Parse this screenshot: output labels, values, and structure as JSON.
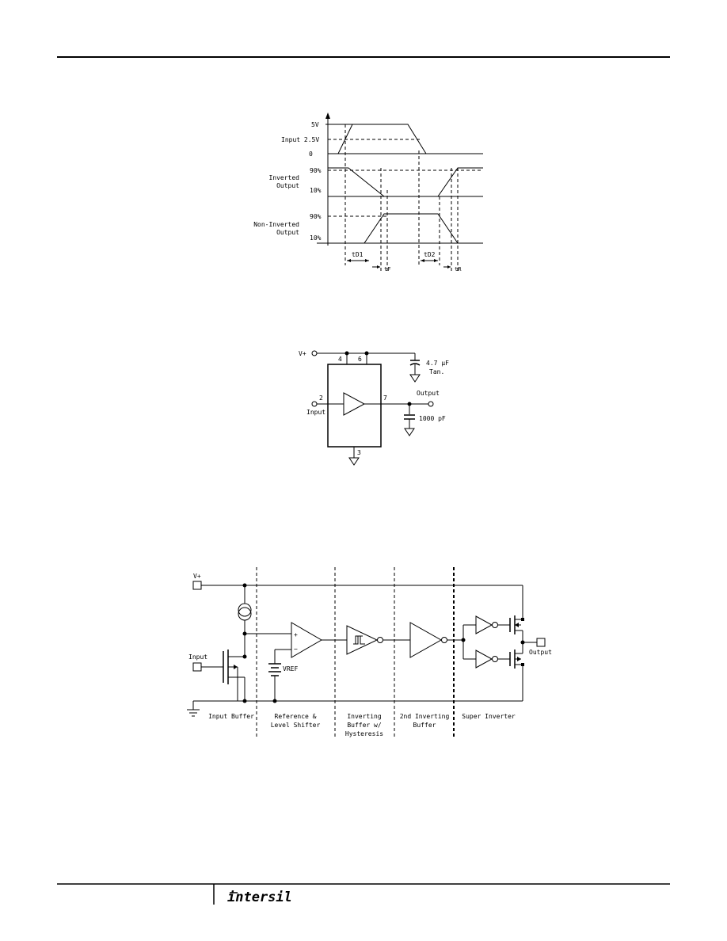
{
  "timing": {
    "y_5v": "5V",
    "y_input": "Input  2.5V",
    "y_zero": "0",
    "inv_label_1": "Inverted",
    "inv_label_2": "Output",
    "inv_90": "90%",
    "inv_10": "10%",
    "noninv_label_1": "Non-Inverted",
    "noninv_label_2": "Output",
    "noninv_90": "90%",
    "noninv_10": "10%",
    "td1": "tD1",
    "td2": "tD2",
    "tf": "tF",
    "tr": "tR"
  },
  "test_circuit": {
    "vplus": "V+",
    "pin4": "4",
    "pin6": "6",
    "pin2": "2",
    "pin7": "7",
    "pin3": "3",
    "input": "Input",
    "output": "Output",
    "cap1_value": "4.7 μF",
    "cap1_type": "Tan.",
    "cap2_value": "1000 pF"
  },
  "block": {
    "vplus": "V+",
    "input": "Input",
    "output": "Output",
    "vref": "VREF",
    "plus": "+",
    "minus": "−",
    "stage1": "Input Buffer",
    "stage2_l1": "Reference &",
    "stage2_l2": "Level Shifter",
    "stage3_l1": "Inverting",
    "stage3_l2": "Buffer w/",
    "stage3_l3": "Hysteresis",
    "stage4_l1": "2nd Inverting",
    "stage4_l2": "Buffer",
    "stage5": "Super Inverter"
  }
}
